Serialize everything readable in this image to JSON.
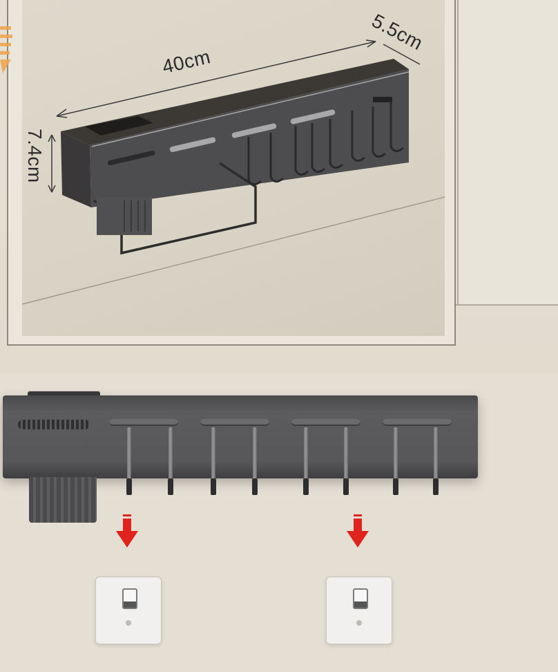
{
  "image": {
    "subject": "wall-mounted kitchen rack with hooks and adhesive mounts",
    "colors": {
      "background": "#e4ded3",
      "rack": "#57575a",
      "arrow": "#e0231f",
      "label": "#2b2b2b",
      "mount_plate": "#f1f0ee"
    }
  },
  "dimensions": {
    "length": "40cm",
    "depth": "5.5cm",
    "height": "7.4cm"
  },
  "front_view": {
    "hook_groups": 4,
    "hooks_per_group": 2,
    "arrows": 2,
    "mount_plates": 2
  }
}
